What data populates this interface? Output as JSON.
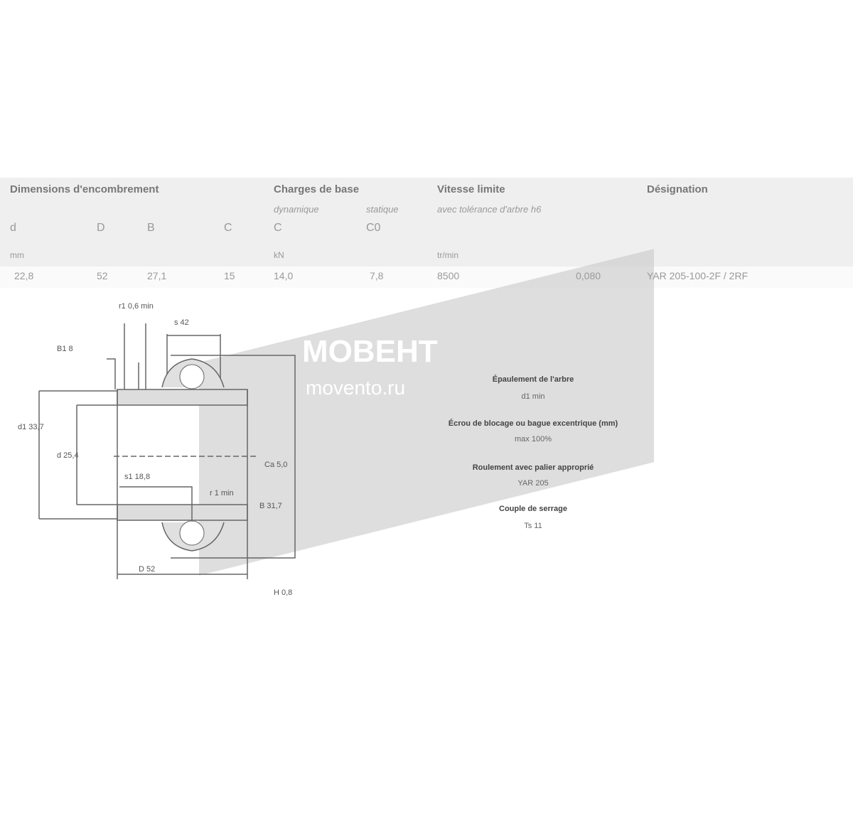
{
  "table": {
    "group_headers": [
      "Dimensions d'encombrement",
      "Charges de base",
      "Vitesse limite",
      "Désignation"
    ],
    "sub_headers": [
      "dynamique",
      "statique",
      "avec tolérance d'arbre h6"
    ],
    "columns": [
      "d",
      "D",
      "B",
      "C",
      "C",
      "C0"
    ],
    "units": [
      "mm",
      "kN",
      "tr/min"
    ],
    "row": [
      "22,8",
      "52",
      "27,1",
      "15",
      "14,0",
      "7,8",
      "8500",
      "0,080",
      "YAR 205-100-2F / 2RF"
    ]
  },
  "drawing": {
    "labels": [
      "r1 0,6 min",
      "s 42",
      "B1 8",
      "d1 33,7",
      "d 25,4",
      "s1 18,8",
      "r 1 min",
      "D 52",
      "Ca 5,0",
      "B 31,7",
      "H 0,8"
    ]
  },
  "notes": [
    {
      "title": "Épaulement de l'arbre",
      "value": "d1 min"
    },
    {
      "title": "Écrou de blocage ou bague excentrique (mm)",
      "value": "max 100%"
    },
    {
      "title": "Roulement avec palier approprié",
      "value": "YAR 205"
    },
    {
      "title": "Couple de serrage",
      "value": "Ts 11"
    }
  ],
  "watermark": {
    "brand": "MOBEHT",
    "site": "movento.ru"
  }
}
